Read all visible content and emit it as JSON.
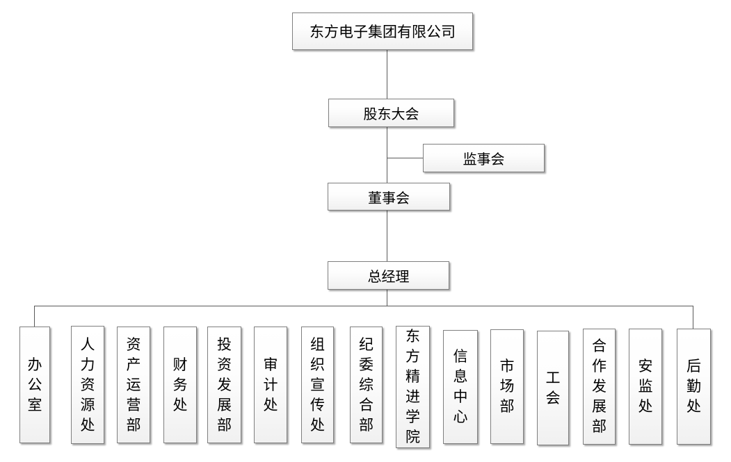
{
  "nodes": {
    "company": {
      "label": "东方电子集团有限公司"
    },
    "shareholders_meeting": {
      "label": "股东大会"
    },
    "supervisory_board": {
      "label": "监事会"
    },
    "board_of_directors": {
      "label": "董事会"
    },
    "general_manager": {
      "label": "总经理"
    }
  },
  "departments": [
    {
      "label": "办公室"
    },
    {
      "label": "人力资源处"
    },
    {
      "label": "资产运营部"
    },
    {
      "label": "财务处"
    },
    {
      "label": "投资发展部"
    },
    {
      "label": "审计处"
    },
    {
      "label": "组织宣传处"
    },
    {
      "label": "纪委综合部"
    },
    {
      "label": "东方精进学院"
    },
    {
      "label": "信息中心"
    },
    {
      "label": "市场部"
    },
    {
      "label": "工会"
    },
    {
      "label": "合作发展部"
    },
    {
      "label": "安监处"
    },
    {
      "label": "后勤处"
    }
  ],
  "colors": {
    "background": "#ffffff",
    "box_fill_top": "#ffffff",
    "box_fill_bottom": "#f0f0f0",
    "box_border": "#7f7f7f",
    "connector_line": "#595959",
    "text": "#000000"
  }
}
